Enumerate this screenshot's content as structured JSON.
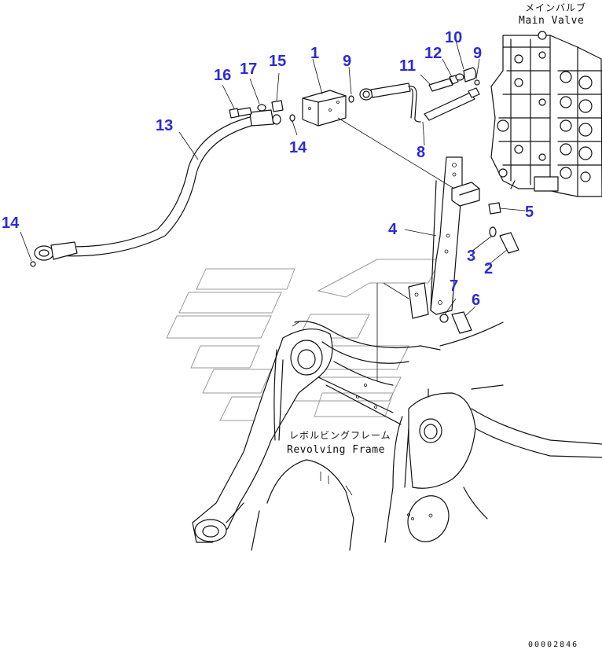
{
  "labels": {
    "main_valve_jp": "メインバルブ",
    "main_valve_en": "Main Valve",
    "frame_jp": "レボルビングフレーム",
    "frame_en": "Revolving Frame",
    "figure_code": "00002846"
  },
  "callouts": [
    {
      "id": "c1",
      "text": "1"
    },
    {
      "id": "c2",
      "text": "2"
    },
    {
      "id": "c3",
      "text": "3"
    },
    {
      "id": "c4",
      "text": "4"
    },
    {
      "id": "c5",
      "text": "5"
    },
    {
      "id": "c6",
      "text": "6"
    },
    {
      "id": "c7",
      "text": "7"
    },
    {
      "id": "c8",
      "text": "8"
    },
    {
      "id": "c9a",
      "text": "9"
    },
    {
      "id": "c9b",
      "text": "9"
    },
    {
      "id": "c10",
      "text": "10"
    },
    {
      "id": "c11",
      "text": "11"
    },
    {
      "id": "c12",
      "text": "12"
    },
    {
      "id": "c13",
      "text": "13"
    },
    {
      "id": "c14a",
      "text": "14"
    },
    {
      "id": "c14b",
      "text": "14"
    },
    {
      "id": "c15",
      "text": "15"
    },
    {
      "id": "c16",
      "text": "16"
    },
    {
      "id": "c17",
      "text": "17"
    }
  ],
  "colors": {
    "callout": "#2b2bd6",
    "line": "#111111"
  }
}
